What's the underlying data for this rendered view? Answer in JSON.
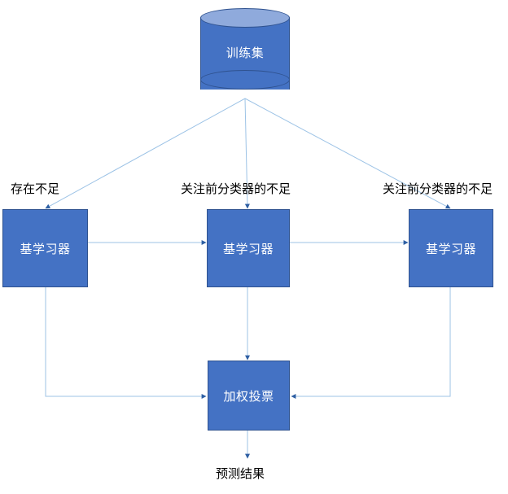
{
  "diagram": {
    "type": "flowchart",
    "title_text": "",
    "colors": {
      "node_fill": "#4472C4",
      "node_stroke": "#2F528F",
      "cylinder_top_fill": "#8FAADC",
      "connector_stroke": "#9DC3E6",
      "arrowhead": "#2E5FA3",
      "node_text": "#FFFFFF",
      "label_text": "#000000",
      "background": "#FFFFFF"
    },
    "source": {
      "id": "training-set",
      "shape": "cylinder",
      "label": "训练集"
    },
    "learners": [
      {
        "id": "base-learner-1",
        "shape": "rect",
        "label": "基学习器",
        "edge_label": "存在不足"
      },
      {
        "id": "base-learner-2",
        "shape": "rect",
        "label": "基学习器",
        "edge_label": "关注前分类器的不足"
      },
      {
        "id": "base-learner-3",
        "shape": "rect",
        "label": "基学习器",
        "edge_label": "关注前分类器的不足"
      }
    ],
    "aggregator": {
      "id": "weighted-vote",
      "shape": "rect",
      "label": "加权投票"
    },
    "output": {
      "id": "prediction-result",
      "label": "预测结果"
    }
  }
}
